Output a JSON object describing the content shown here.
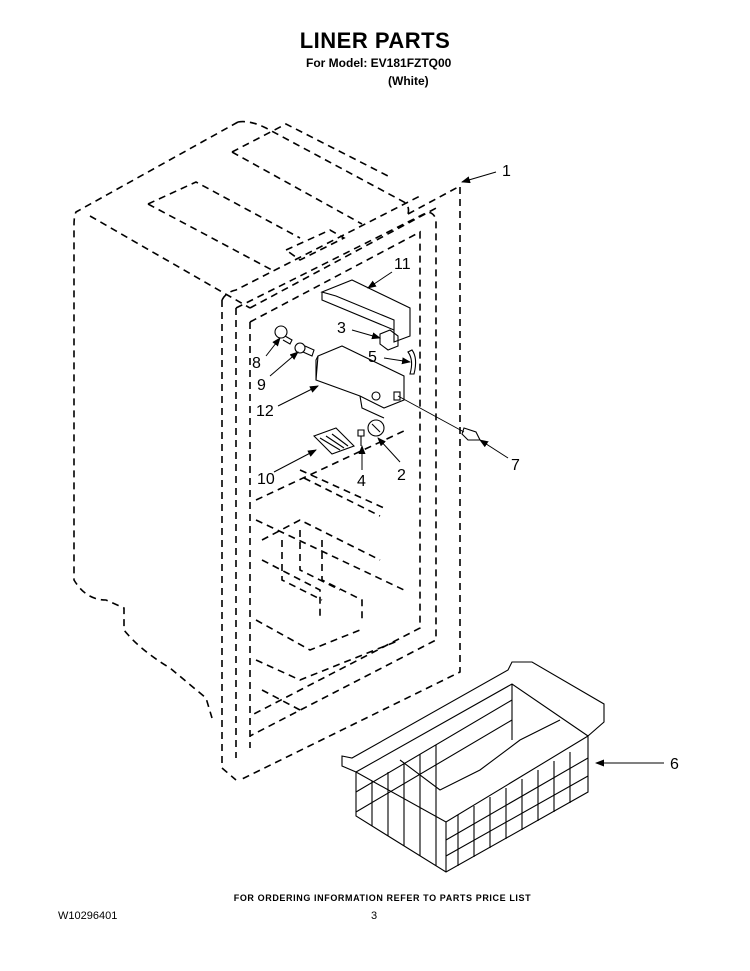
{
  "header": {
    "title": "LINER PARTS",
    "model_line": "For Model: EV181FZTQ00",
    "color_line": "(White)"
  },
  "callouts": [
    "1",
    "11",
    "3",
    "5",
    "8",
    "9",
    "12",
    "10",
    "4",
    "2",
    "7",
    "6"
  ],
  "footer": {
    "ordering_note": "FOR ORDERING INFORMATION REFER TO PARTS PRICE LIST",
    "document_number": "W10296401",
    "page_number": "3"
  }
}
